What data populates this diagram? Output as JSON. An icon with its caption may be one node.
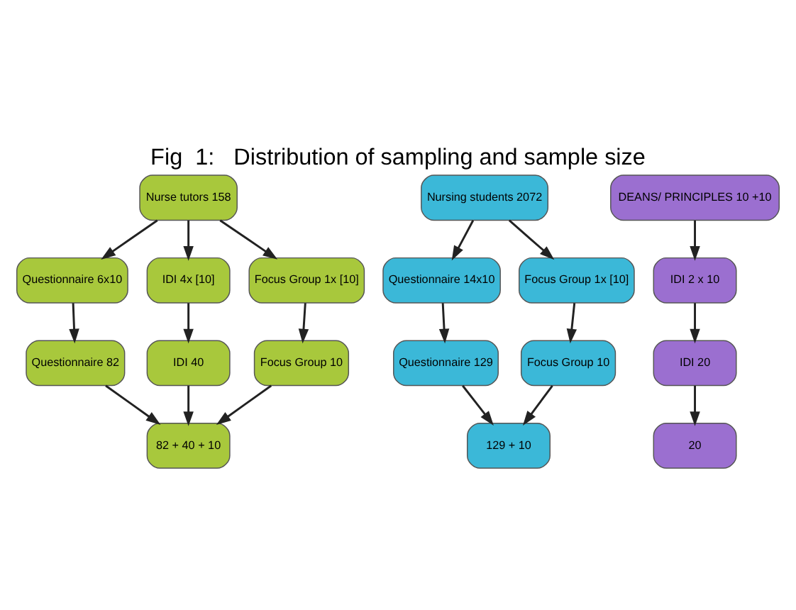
{
  "diagram": {
    "title": "Fig  1:   Distribution of sampling and sample size",
    "nodes": [
      {
        "text": [
          "Nurse tutors 158"
        ]
      },
      {
        "text": [
          "Questionnaire 6x10"
        ]
      },
      {
        "text": [
          "IDI 4x [10]"
        ]
      },
      {
        "text": [
          "Focus Group 1x [10]"
        ]
      },
      {
        "text": [
          "Questionnaire 82"
        ]
      },
      {
        "text": [
          "IDI 40"
        ]
      },
      {
        "text": [
          "Focus Group 10"
        ]
      },
      {
        "text": [
          "82 + 40 + 10"
        ]
      },
      {
        "text": [
          "Nursing students 2072"
        ]
      },
      {
        "text": [
          "Questionnaire 14x10"
        ]
      },
      {
        "text": [
          "Focus Group 1x [10]"
        ]
      },
      {
        "text": [
          "Questionnaire 129"
        ]
      },
      {
        "text": [
          "Focus Group 10"
        ]
      },
      {
        "text": [
          "129 + 10"
        ]
      },
      {
        "text": [
          "DEANS/ PRINCIPLES 10 +10"
        ]
      },
      {
        "text": [
          "IDI 2 x 10"
        ]
      },
      {
        "text": [
          "IDI 20"
        ]
      },
      {
        "text": [
          "20"
        ]
      }
    ],
    "edges": [
      {
        "from": 0,
        "to": 1,
        "arrow": "to"
      },
      {
        "from": 0,
        "to": 2,
        "arrow": "to"
      },
      {
        "from": 0,
        "to": 3,
        "arrow": "to"
      },
      {
        "from": 1,
        "to": 4,
        "arrow": "to"
      },
      {
        "from": 2,
        "to": 5,
        "arrow": "to"
      },
      {
        "from": 3,
        "to": 6,
        "arrow": "to"
      },
      {
        "from": 4,
        "to": 7,
        "arrow": "to"
      },
      {
        "from": 5,
        "to": 7,
        "arrow": "to"
      },
      {
        "from": 6,
        "to": 7,
        "arrow": "to"
      },
      {
        "from": 8,
        "to": 9,
        "arrow": "to"
      },
      {
        "from": 8,
        "to": 10,
        "arrow": "to"
      },
      {
        "from": 9,
        "to": 11,
        "arrow": "to"
      },
      {
        "from": 10,
        "to": 12,
        "arrow": "to"
      },
      {
        "from": 11,
        "to": 13,
        "arrow": "to"
      },
      {
        "from": 12,
        "to": 13,
        "arrow": "to"
      },
      {
        "from": 14,
        "to": 15,
        "arrow": "to"
      },
      {
        "from": 15,
        "to": 16,
        "arrow": "to"
      },
      {
        "from": 16,
        "to": 17,
        "arrow": "to"
      }
    ]
  }
}
